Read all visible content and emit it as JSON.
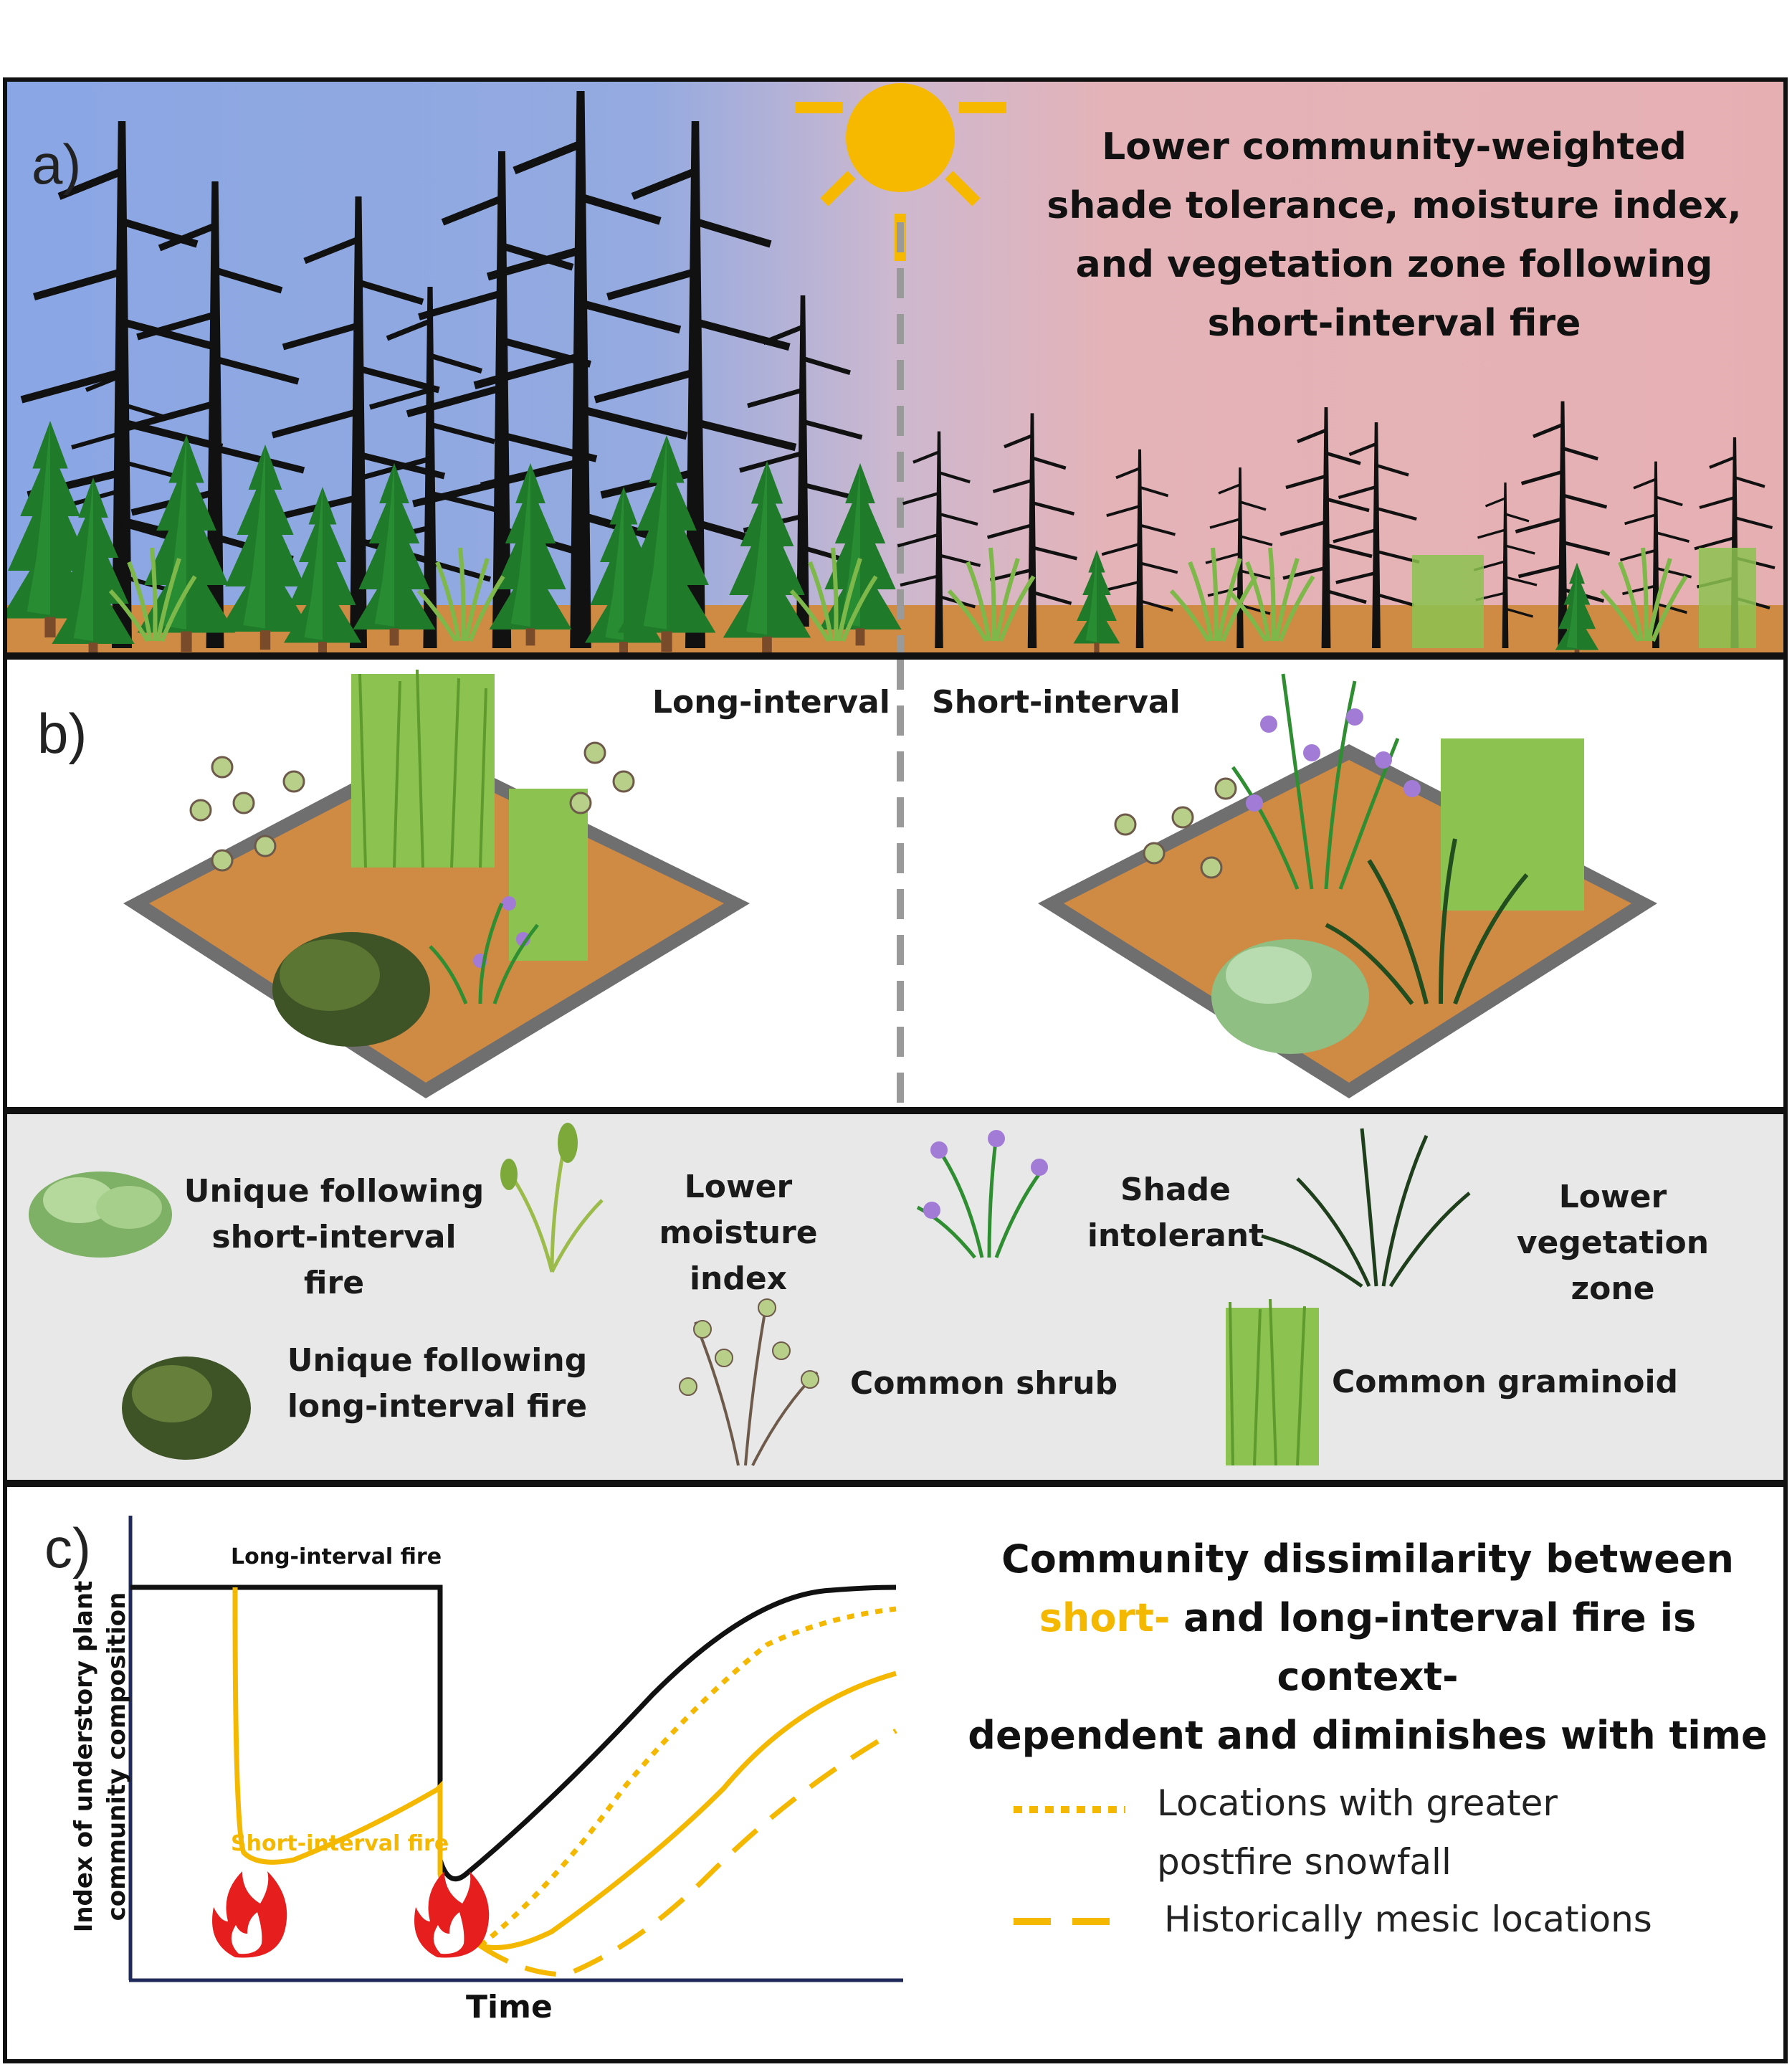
{
  "panel_a": {
    "label": "a)",
    "caption_lines": [
      "Lower community-weighted",
      "shade tolerance, moisture index,",
      "and vegetation zone following",
      "short-interval fire"
    ]
  },
  "panel_b": {
    "label": "b)",
    "left_title": "Long-interval",
    "right_title": "Short-interval"
  },
  "legend": {
    "items": [
      {
        "icon": "hosta-plant-icon",
        "lines": [
          "Unique following",
          "short-interval fire"
        ]
      },
      {
        "icon": "forb-seedling-icon",
        "lines": [
          "Lower moisture",
          "index"
        ]
      },
      {
        "icon": "iris-flower-icon",
        "lines": [
          "Shade",
          "intolerant"
        ]
      },
      {
        "icon": "dark-grass-icon",
        "lines": [
          "Lower vegetation",
          "zone"
        ]
      },
      {
        "icon": "dense-shrub-icon",
        "lines": [
          "Unique following",
          "long-interval fire"
        ]
      },
      {
        "icon": "leafy-shrub-icon",
        "lines": [
          "Common shrub"
        ]
      },
      {
        "icon": "tall-graminoid-icon",
        "lines": [
          "Common graminoid"
        ]
      }
    ]
  },
  "panel_c": {
    "label": "c)",
    "headline": {
      "line1": "Community dissimilarity between",
      "line2_highlight": "short-",
      "line2_rest": " and long-interval fire is context-",
      "line3": "dependent and diminishes with time"
    },
    "legend": [
      {
        "style": "dotted",
        "lines": [
          "Locations with greater",
          "postfire snowfall"
        ]
      },
      {
        "style": "dashed",
        "lines": [
          "Historically mesic locations"
        ]
      }
    ]
  },
  "chart_data": {
    "type": "line",
    "xlabel": "Time",
    "ylabel": "Index of understory plant community composition",
    "series": [
      {
        "name": "Long-interval fire",
        "color": "#111111"
      },
      {
        "name": "Short-interval fire",
        "color": "#f5b800"
      }
    ],
    "colors": {
      "long": "#111111",
      "short": "#f5b800",
      "fire": "#e61e1e"
    }
  }
}
